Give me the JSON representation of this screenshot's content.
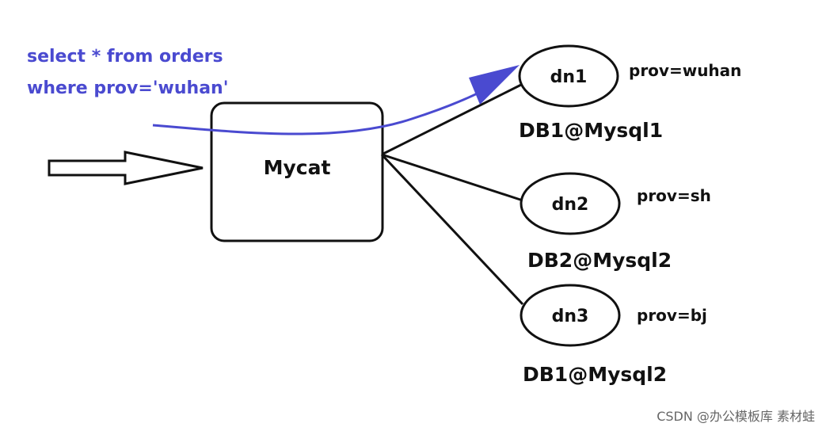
{
  "query": {
    "line1": "select * from orders",
    "line2": "where prov='wuhan'"
  },
  "router": {
    "label": "Mycat"
  },
  "nodes": [
    {
      "id": "dn1",
      "prov": "prov=wuhan",
      "db": "DB1@Mysql1"
    },
    {
      "id": "dn2",
      "prov": "prov=sh",
      "db": "DB2@Mysql2"
    },
    {
      "id": "dn3",
      "prov": "prov=bj",
      "db": "DB1@Mysql2"
    }
  ],
  "watermark": "CSDN @办公模板库 素材蛙",
  "colors": {
    "query": "#4a4ad0",
    "stroke": "#111111"
  }
}
